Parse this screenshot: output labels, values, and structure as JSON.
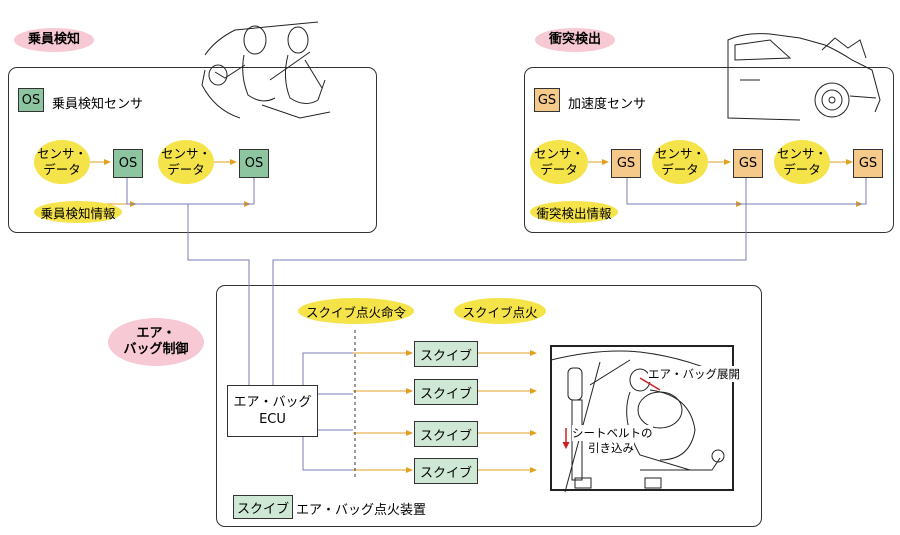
{
  "occupant": {
    "title": "乗員検知",
    "legend_badge": "OS",
    "legend_label": "乗員検知センサ",
    "sensor_data_1": "センサ・\nデータ",
    "sensor_data_2": "センサ・\nデータ",
    "os_1": "OS",
    "os_2": "OS",
    "info_label": "乗員検知情報"
  },
  "collision": {
    "title": "衝突検出",
    "legend_badge": "GS",
    "legend_label": "加速度センサ",
    "sensor_data_1": "センサ・\nデータ",
    "sensor_data_2": "センサ・\nデータ",
    "sensor_data_3": "センサ・\nデータ",
    "gs_1": "GS",
    "gs_2": "GS",
    "gs_3": "GS",
    "info_label": "衝突検出情報"
  },
  "airbag": {
    "title": "エア・\nバッグ制御",
    "squib_command": "スクイブ点火命令",
    "squib_ignition": "スクイブ点火",
    "ecu_line1": "エア・バッグ",
    "ecu_line2": "ECU",
    "squibs": [
      "スクイブ",
      "スクイブ",
      "スクイブ",
      "スクイブ"
    ],
    "legend_badge": "スクイブ",
    "legend_label": "エア・バッグ点火装置",
    "airbag_deploy": "エア・バッグ展開",
    "seatbelt_line1": "シートベルトの",
    "seatbelt_line2": "引き込み"
  },
  "colors": {
    "line": "#7b7bb8",
    "arrow": "#e0a020",
    "yellow": "#f5e34a",
    "pink": "#f7c9d4",
    "os_green": "#8cc5a0",
    "gs_orange": "#f5c98a",
    "squib_green": "#cfe8d6",
    "red_arrow": "#cc2020"
  }
}
